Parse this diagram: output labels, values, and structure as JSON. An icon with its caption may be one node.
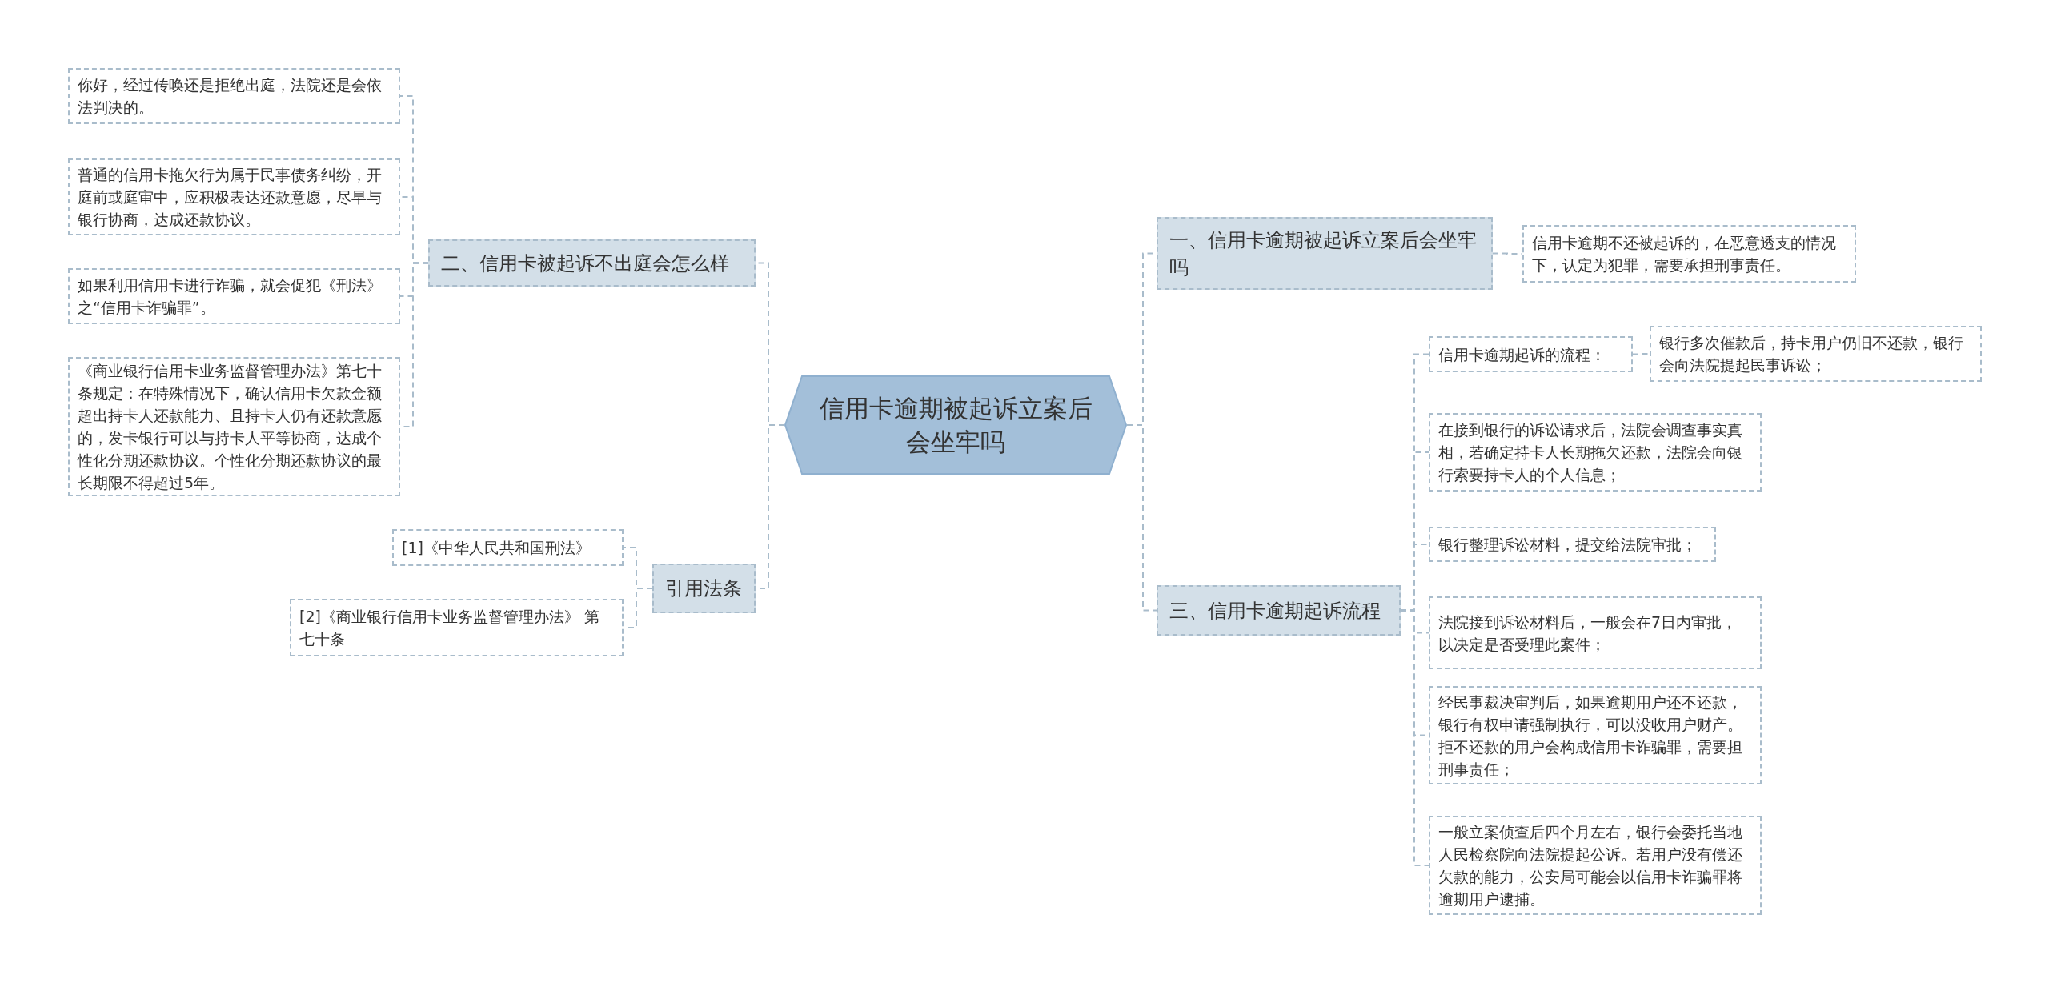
{
  "diagram": {
    "nodes": [
      {
        "text": [
          "信用卡逾期被起诉立案后会坐牢吗"
        ]
      },
      {
        "text": [
          "二、信用卡被起诉不出庭会怎么样"
        ]
      },
      {
        "text": [
          "你好，经过传唤还是拒绝出庭，法院还是会依法判决的。"
        ]
      },
      {
        "text": [
          "普通的信用卡拖欠行为属于民事债务纠纷，开庭前或庭审中，应积极表达还款意愿，尽早与银行协商，达成还款协议。"
        ]
      },
      {
        "text": [
          "如果利用信用卡进行诈骗，就会促犯《刑法》之“信用卡诈骗罪”。"
        ]
      },
      {
        "text": [
          "《商业银行信用卡业务监督管理办法》第七十条规定：在特殊情况下，确认信用卡欠款金额超出持卡人还款能力、且持卡人仍有还款意愿的，发卡银行可以与持卡人平等协商，达成个性化分期还款协议。个性化分期还款协议的最长期限不得超过5年。"
        ]
      },
      {
        "text": [
          "引用法条"
        ]
      },
      {
        "text": [
          "[1]《中华人民共和国刑法》"
        ]
      },
      {
        "text": [
          "[2]《商业银行信用卡业务监督管理办法》 第七十条"
        ]
      },
      {
        "text": [
          "一、信用卡逾期被起诉立案后会坐牢吗"
        ]
      },
      {
        "text": [
          "信用卡逾期不还被起诉的，在恶意透支的情况下，认定为犯罪，需要承担刑事责任。"
        ]
      },
      {
        "text": [
          "三、信用卡逾期起诉流程"
        ]
      },
      {
        "text": [
          "信用卡逾期起诉的流程："
        ]
      },
      {
        "text": [
          "银行多次催款后，持卡用户仍旧不还款，银行会向法院提起民事诉讼；"
        ]
      },
      {
        "text": [
          "在接到银行的诉讼请求后，法院会调查事实真相，若确定持卡人长期拖欠还款，法院会向银行索要持卡人的个人信息；"
        ]
      },
      {
        "text": [
          "银行整理诉讼材料，提交给法院审批；"
        ]
      },
      {
        "text": [
          "法院接到诉讼材料后，一般会在7日内审批，以决定是否受理此案件；"
        ]
      },
      {
        "text": [
          "经民事裁决审判后，如果逾期用户还不还款，银行有权申请强制执行，可以没收用户财产。拒不还款的用户会构成信用卡诈骗罪，需要担刑事责任；"
        ]
      },
      {
        "text": [
          "一般立案侦查后四个月左右，银行会委托当地人民检察院向法院提起公诉。若用户没有偿还欠款的能力，公安局可能会以信用卡诈骗罪将逾期用户逮捕。"
        ]
      }
    ],
    "edges": [
      {
        "from": 0,
        "to": 1,
        "arrow": "none"
      },
      {
        "from": 1,
        "to": 2,
        "arrow": "none"
      },
      {
        "from": 1,
        "to": 3,
        "arrow": "none"
      },
      {
        "from": 1,
        "to": 4,
        "arrow": "none"
      },
      {
        "from": 1,
        "to": 5,
        "arrow": "none"
      },
      {
        "from": 0,
        "to": 6,
        "arrow": "none"
      },
      {
        "from": 6,
        "to": 7,
        "arrow": "none"
      },
      {
        "from": 6,
        "to": 8,
        "arrow": "none"
      },
      {
        "from": 0,
        "to": 9,
        "arrow": "none"
      },
      {
        "from": 9,
        "to": 10,
        "arrow": "none"
      },
      {
        "from": 0,
        "to": 11,
        "arrow": "none"
      },
      {
        "from": 11,
        "to": 12,
        "arrow": "none"
      },
      {
        "from": 12,
        "to": 13,
        "arrow": "none"
      },
      {
        "from": 11,
        "to": 14,
        "arrow": "none"
      },
      {
        "from": 11,
        "to": 15,
        "arrow": "none"
      },
      {
        "from": 11,
        "to": 16,
        "arrow": "none"
      },
      {
        "from": 11,
        "to": 17,
        "arrow": "none"
      },
      {
        "from": 11,
        "to": 18,
        "arrow": "none"
      }
    ]
  }
}
